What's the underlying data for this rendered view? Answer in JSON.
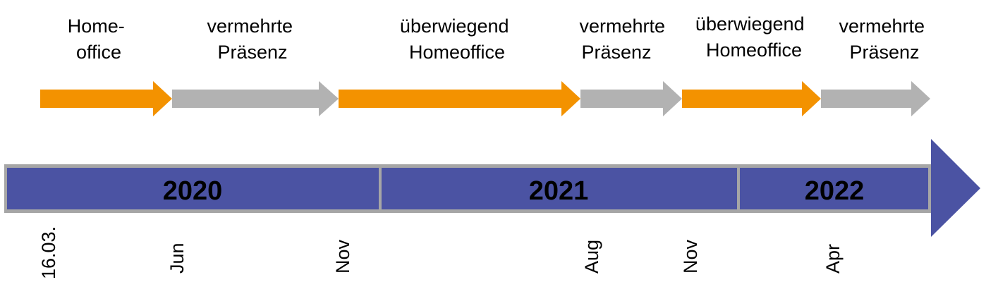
{
  "colors": {
    "homeoffice": "#F39200",
    "presence": "#B2B2B2",
    "timeline_bar": "#4B53A3",
    "timeline_border": "#A6A6A6"
  },
  "phases": [
    {
      "lines": [
        "Home-",
        "office"
      ],
      "type": "homeoffice"
    },
    {
      "lines": [
        "vermehrte",
        "Präsenz"
      ],
      "type": "presence"
    },
    {
      "lines": [
        "überwiegend",
        "Homeoffice"
      ],
      "type": "homeoffice"
    },
    {
      "lines": [
        "vermehrte",
        "Präsenz"
      ],
      "type": "presence"
    },
    {
      "lines": [
        "überwiegend",
        "Homeoffice"
      ],
      "type": "homeoffice"
    },
    {
      "lines": [
        "vermehrte",
        "Präsenz"
      ],
      "type": "presence"
    }
  ],
  "years": [
    "2020",
    "2021",
    "2022"
  ],
  "dates": [
    "16.03.",
    "Jun",
    "Nov",
    "Aug",
    "Nov",
    "Apr"
  ]
}
